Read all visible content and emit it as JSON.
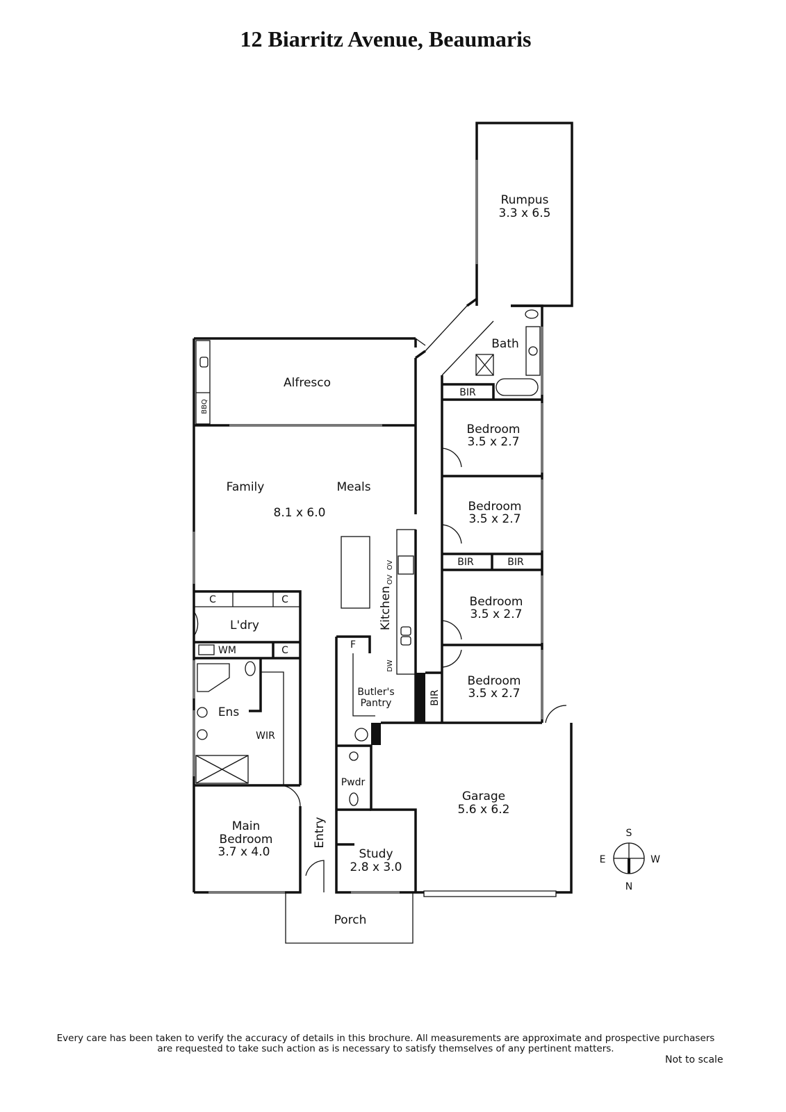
{
  "title": "12 Biarritz Avenue, Beaumaris",
  "rooms": {
    "rumpus": {
      "name": "Rumpus",
      "size": "3.3 x 6.5"
    },
    "bath": {
      "name": "Bath"
    },
    "alfresco": {
      "name": "Alfresco"
    },
    "bbq": "BBQ",
    "bir_top": "BIR",
    "bedroom1": {
      "name": "Bedroom",
      "size": "3.5 x 2.7"
    },
    "bedroom2": {
      "name": "Bedroom",
      "size": "3.5 x 2.7"
    },
    "bir_left": "BIR",
    "bir_right": "BIR",
    "bedroom3": {
      "name": "Bedroom",
      "size": "3.5 x 2.7"
    },
    "bedroom4": {
      "name": "Bedroom",
      "size": "3.5 x 2.7"
    },
    "bir_side": "BIR",
    "family": "Family",
    "meals": "Meals",
    "living_size": "8.1 x 6.0",
    "kitchen": "Kitchen",
    "ov1": "OV",
    "ov2": "OV",
    "dw": "DW",
    "fridge": "F",
    "pantry": [
      "Butler's",
      "Pantry"
    ],
    "cupboard1": "C",
    "cupboard2": "C",
    "cupboard3": "C",
    "laundry": "L'dry",
    "wm": "WM",
    "ens": "Ens",
    "wir": "WIR",
    "main_bedroom": {
      "name1": "Main",
      "name2": "Bedroom",
      "size": "3.7 x 4.0"
    },
    "entry": "Entry",
    "pwdr": "Pwdr",
    "study": {
      "name": "Study",
      "size": "2.8 x 3.0"
    },
    "garage": {
      "name": "Garage",
      "size": "5.6 x 6.2"
    },
    "porch": "Porch"
  },
  "compass": {
    "s": "S",
    "e": "E",
    "w": "W",
    "n": "N"
  },
  "footer": {
    "line1": "Every care has been taken to verify the accuracy of details in this brochure.  All measurements are approximate and prospective purchasers",
    "line2": "are requested to take such action as is necessary to satisfy themselves of any pertinent matters.",
    "not_to_scale": "Not to scale"
  }
}
